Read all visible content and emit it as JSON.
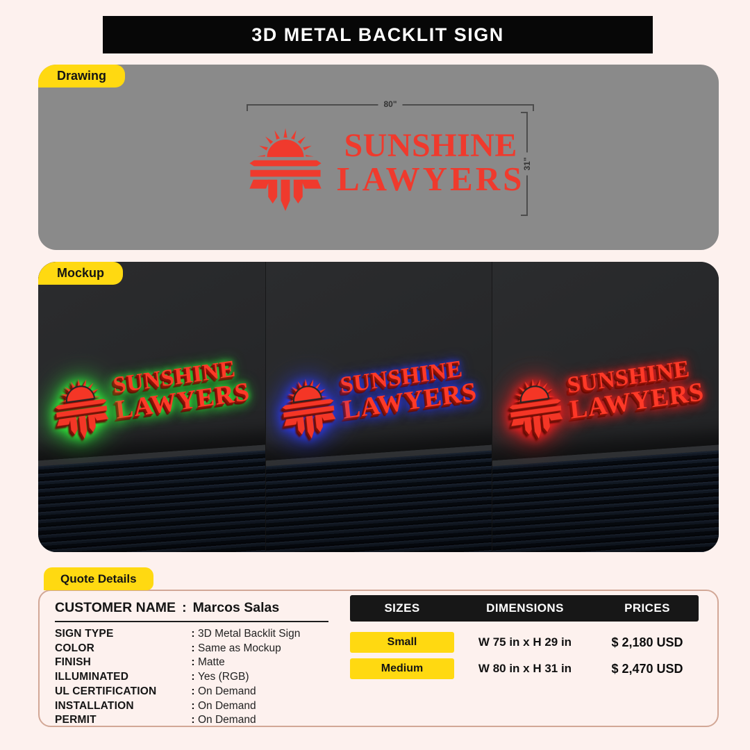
{
  "title": "3D METAL BACKLIT SIGN",
  "colors": {
    "accent_yellow": "#ffd911",
    "logo_red_drawing": "#ef3a2d",
    "logo_red_mockup": "#ff3a28",
    "page_background": "#fdf1ee",
    "drawing_background": "#8a8a8a",
    "mockup_background": "#232425"
  },
  "drawing": {
    "tab_label": "Drawing",
    "sign_line1": "SUNSHINE",
    "sign_line2": "LAWYERS",
    "width_dim": "80\"",
    "height_dim": "31\""
  },
  "mockup": {
    "tab_label": "Mockup",
    "sign_line1": "SUNSHINE",
    "sign_line2": "LAWYERS",
    "signs": [
      {
        "name": "green-glow",
        "glow": "#2eff3a"
      },
      {
        "name": "blue-glow",
        "glow": "#2b3bff"
      },
      {
        "name": "red-glow",
        "glow": "#ff1d1d"
      }
    ]
  },
  "quote": {
    "tab_label": "Quote Details",
    "customer_label": "CUSTOMER NAME",
    "colon_char": ":",
    "customer_name": "Marcos Salas",
    "fields": [
      {
        "label": "SIGN TYPE",
        "value": "3D Metal Backlit Sign"
      },
      {
        "label": "COLOR",
        "value": "Same as Mockup"
      },
      {
        "label": "FINISH",
        "value": "Matte"
      },
      {
        "label": "ILLUMINATED",
        "value": "Yes (RGB)"
      },
      {
        "label": "UL CERTIFICATION",
        "value": "On Demand"
      },
      {
        "label": "INSTALLATION",
        "value": "On Demand"
      },
      {
        "label": "PERMIT",
        "value": "On Demand"
      }
    ],
    "table": {
      "headers": [
        "SIZES",
        "DIMENSIONS",
        "PRICES"
      ],
      "rows": [
        {
          "size": "Small",
          "dimensions": "W 75 in x H 29 in",
          "price": "$ 2,180 USD"
        },
        {
          "size": "Medium",
          "dimensions": "W 80 in x H 31 in",
          "price": "$ 2,470 USD"
        }
      ]
    }
  }
}
